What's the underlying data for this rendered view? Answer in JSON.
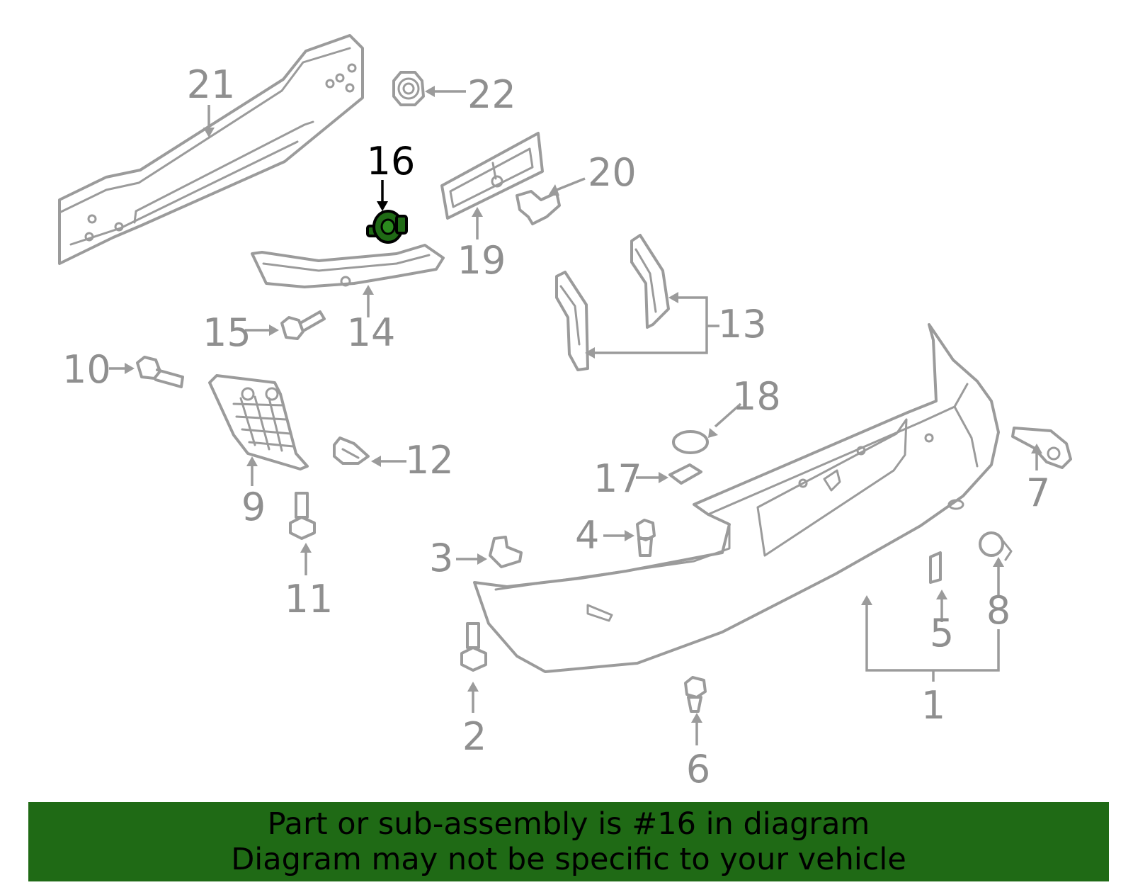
{
  "diagram": {
    "highlighted_part": "16",
    "callouts": {
      "c1": "1",
      "c2": "2",
      "c3": "3",
      "c4": "4",
      "c5": "5",
      "c6": "6",
      "c7": "7",
      "c8": "8",
      "c9": "9",
      "c10": "10",
      "c11": "11",
      "c12": "12",
      "c13": "13",
      "c14": "14",
      "c15": "15",
      "c16": "16",
      "c17": "17",
      "c18": "18",
      "c19": "19",
      "c20": "20",
      "c21": "21",
      "c22": "22"
    },
    "colors": {
      "line": "#9b9b9b",
      "highlight": "#1f6a15",
      "label_highlight": "#000000"
    }
  },
  "banner": {
    "line1": "Part or sub-assembly is #16 in diagram",
    "line2": "Diagram may not be specific to your vehicle",
    "background": "#1f6a15"
  }
}
